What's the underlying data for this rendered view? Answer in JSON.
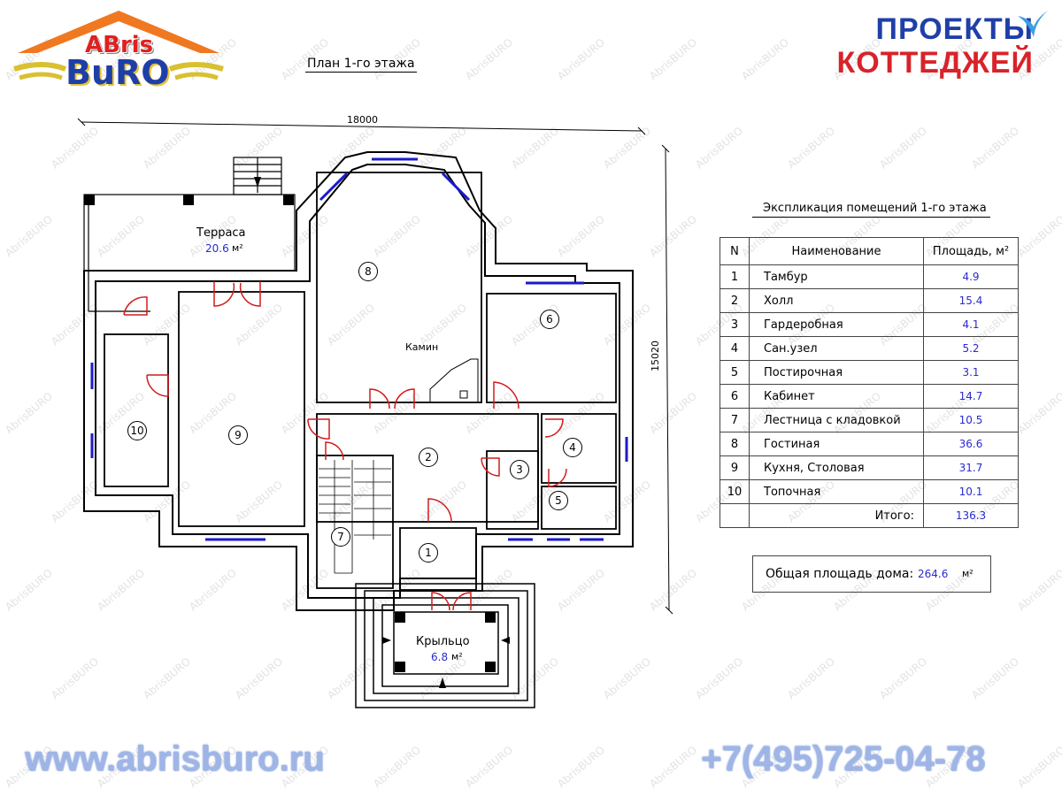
{
  "logo": {
    "line1": "ABris",
    "line2": "BuRO"
  },
  "brand": {
    "line1": "ПРОЕКТЫ",
    "line2": "КОТТЕДЖЕЙ"
  },
  "title": "План 1-го этажа",
  "dimensions": {
    "width": "18000",
    "height": "15020"
  },
  "watermark": "AbrisBURO",
  "plan_labels": {
    "terrace_name": "Терраса",
    "terrace_area": "20.6",
    "terrace_unit": "м²",
    "porch_name": "Крыльцо",
    "porch_area": "6.8",
    "porch_unit": "м²",
    "fireplace": "Камин"
  },
  "room_numbers": [
    "1",
    "2",
    "3",
    "4",
    "5",
    "6",
    "7",
    "8",
    "9",
    "10"
  ],
  "explication": {
    "title": "Экспликация помещений 1-го этажа",
    "headers": {
      "n": "N",
      "name": "Наименование",
      "area": "Площадь, м²"
    },
    "rows": [
      {
        "n": "1",
        "name": "Тамбур",
        "area": "4.9"
      },
      {
        "n": "2",
        "name": "Холл",
        "area": "15.4"
      },
      {
        "n": "3",
        "name": "Гардеробная",
        "area": "4.1"
      },
      {
        "n": "4",
        "name": "Сан.узел",
        "area": "5.2"
      },
      {
        "n": "5",
        "name": "Постирочная",
        "area": "3.1"
      },
      {
        "n": "6",
        "name": "Кабинет",
        "area": "14.7"
      },
      {
        "n": "7",
        "name": "Лестница с кладовкой",
        "area": "10.5"
      },
      {
        "n": "8",
        "name": "Гостиная",
        "area": "36.6"
      },
      {
        "n": "9",
        "name": "Кухня, Столовая",
        "area": "31.7"
      },
      {
        "n": "10",
        "name": "Топочная",
        "area": "10.1"
      }
    ],
    "total_label": "Итого:",
    "total_value": "136.3"
  },
  "house_total": {
    "label": "Общая площадь дома:",
    "value": "264.6",
    "unit": "м²"
  },
  "footer": {
    "website": "www.abrisburo.ru",
    "phone": "+7(495)725-04-78"
  },
  "colors": {
    "wall": "#000000",
    "window": "#1a1acc",
    "door": "#d21c1c",
    "logo_orange": "#f07820",
    "logo_red": "#e02020",
    "brand_blue": "#1f3fa8",
    "brand_red": "#d8232a"
  }
}
